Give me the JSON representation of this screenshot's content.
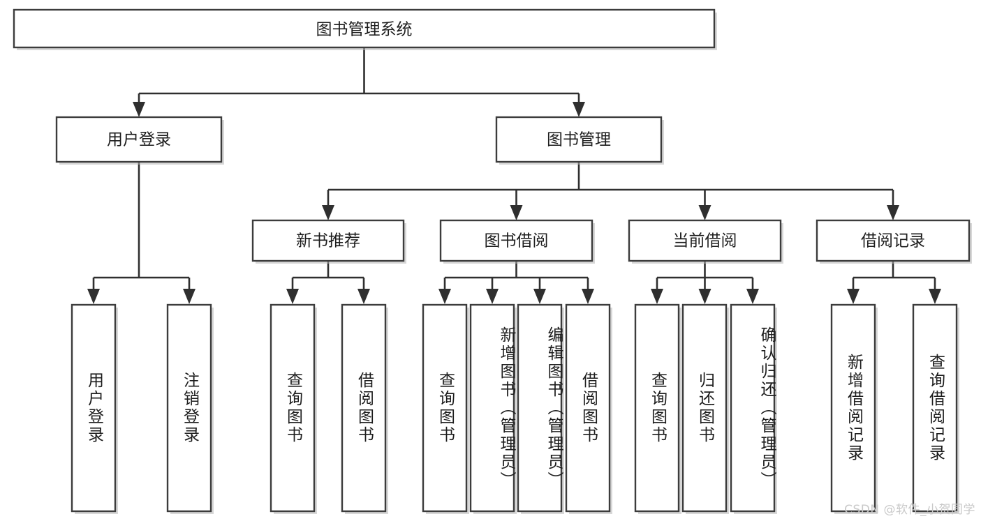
{
  "diagram": {
    "type": "tree",
    "title": "图书管理系统",
    "orientation": "top-down",
    "watermark": "CSDN @软件_小贺同学",
    "colors": {
      "background": "#ffffff",
      "box_fill": "#ffffff",
      "box_stroke": "#3c3c3c",
      "connector": "#2f2f2f",
      "text": "#1d1d1d",
      "watermark": "#c9c9c9"
    },
    "root": {
      "label": "图书管理系统"
    },
    "level2": [
      {
        "label": "用户登录"
      },
      {
        "label": "图书管理"
      }
    ],
    "level3": [
      {
        "label": "新书推荐"
      },
      {
        "label": "图书借阅"
      },
      {
        "label": "当前借阅"
      },
      {
        "label": "借阅记录"
      }
    ],
    "leaves": {
      "user_login": [
        {
          "label": "用户登录"
        },
        {
          "label": "注销登录"
        }
      ],
      "new_book_recommend": [
        {
          "label": "查询图书"
        },
        {
          "label": "借阅图书"
        }
      ],
      "book_borrow": [
        {
          "label": "查询图书"
        },
        {
          "label": "新增图书（管理员）"
        },
        {
          "label": "编辑图书（管理员）"
        },
        {
          "label": "借阅图书"
        }
      ],
      "current_borrow": [
        {
          "label": "查询图书"
        },
        {
          "label": "归还图书"
        },
        {
          "label": "确认归还（管理员）"
        }
      ],
      "borrow_records": [
        {
          "label": "新增借阅记录"
        },
        {
          "label": "查询借阅记录"
        }
      ]
    }
  }
}
